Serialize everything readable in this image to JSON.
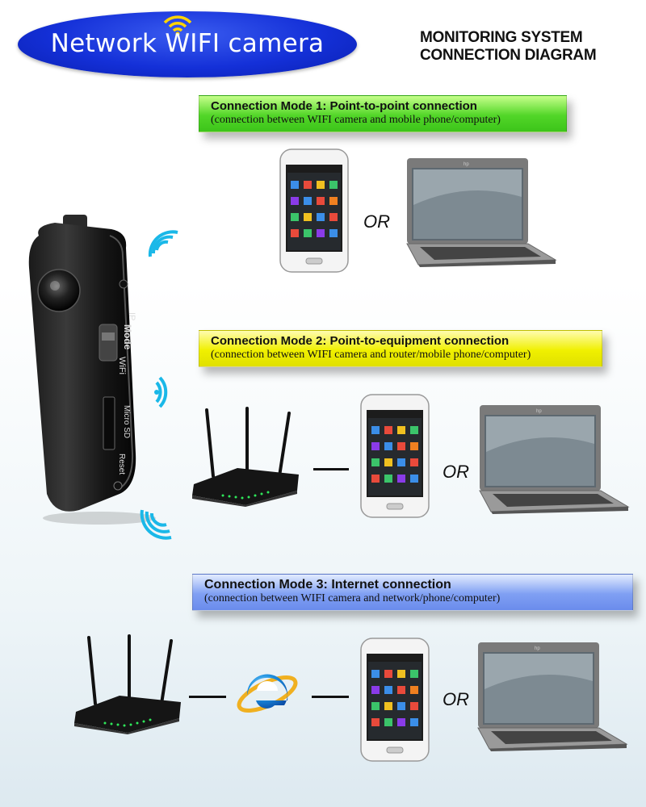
{
  "header": {
    "title": "Network WIFI camera",
    "diagram_title_line1": "MONITORING SYSTEM",
    "diagram_title_line2": "CONNECTION DIAGRAM"
  },
  "camera": {
    "label_ip": "IP",
    "label_mode": "Mode",
    "label_wifi": "WiFi",
    "label_microsd": "Micro SD",
    "label_reset": "Reset"
  },
  "modes": [
    {
      "title": "Connection Mode 1: Point-to-point connection",
      "subtitle": "(connection between WIFI camera and mobile phone/computer)"
    },
    {
      "title": "Connection Mode 2: Point-to-equipment connection",
      "subtitle": "(connection between WIFI camera and router/mobile phone/computer)"
    },
    {
      "title": "Connection Mode 3: Internet connection",
      "subtitle": "(connection between WIFI camera and network/phone/computer)"
    }
  ],
  "or_label": "OR",
  "colors": {
    "title_blue": "#1430d8",
    "mode1_green": "#52d628",
    "mode2_yellow": "#f0f000",
    "mode3_blue": "#7f9ff3",
    "wifi_cyan": "#1ab8e8",
    "wifi_yellow": "#ffd400"
  }
}
